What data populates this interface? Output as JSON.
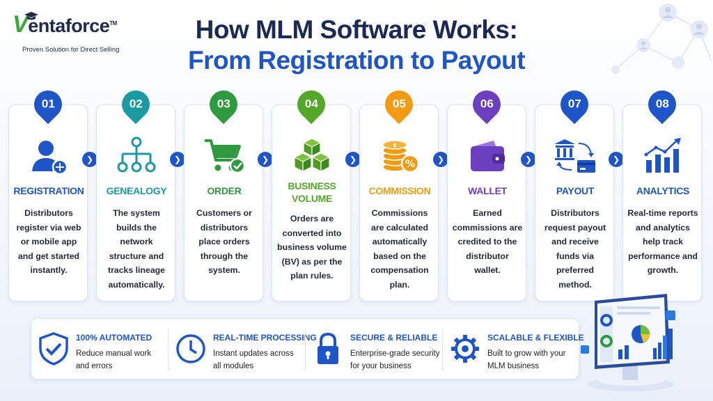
{
  "brand": {
    "initial": "V",
    "rest": "entaforce",
    "trademark": "TM",
    "tagline": "Proven Solution for Direct Selling"
  },
  "title": {
    "line1": "How MLM Software Works:",
    "line2": "From Registration to Payout"
  },
  "steps": [
    {
      "number": "01",
      "title": "REGISTRATION",
      "description": "Distributors register via web or mobile app and get started instantly.",
      "color": "#1e55c8",
      "icon": "user-add-icon"
    },
    {
      "number": "02",
      "title": "GENEALOGY",
      "description": "The system builds the network structure and tracks lineage automatically.",
      "color": "#1a9aa3",
      "icon": "network-tree-icon"
    },
    {
      "number": "03",
      "title": "ORDER",
      "description": "Customers or distributors place orders through the system.",
      "color": "#2e9a3e",
      "icon": "cart-check-icon"
    },
    {
      "number": "04",
      "title_line1": "BUSINESS",
      "title_line2": "VOLUME",
      "description": "Orders are converted into business volume (BV) as per the plan rules.",
      "color": "#53a828",
      "icon": "stacked-boxes-icon"
    },
    {
      "number": "05",
      "title": "COMMISSION",
      "description": "Commissions are calculated automatically based on the compensation plan.",
      "color": "#f29a12",
      "icon": "coins-percent-icon"
    },
    {
      "number": "06",
      "title": "WALLET",
      "description": "Earned commissions are credited to the distributor wallet.",
      "color": "#6b3fc0",
      "icon": "wallet-icon"
    },
    {
      "number": "07",
      "title": "PAYOUT",
      "description": "Distributors request payout and receive funds via preferred method.",
      "color": "#1e55c8",
      "icon": "bank-transfer-icon"
    },
    {
      "number": "08",
      "title": "ANALYTICS",
      "description": "Real-time reports and analytics help track performance and growth.",
      "color": "#1e55c8",
      "icon": "bar-chart-icon"
    }
  ],
  "features": [
    {
      "title": "100% AUTOMATED",
      "description": "Reduce manual work and errors",
      "icon": "shield-check-icon"
    },
    {
      "title": "REAL-TIME PROCESSING",
      "description": "Instant updates across all modules",
      "icon": "clock-icon"
    },
    {
      "title": "SECURE & RELIABLE",
      "description": "Enterprise-grade security for your business",
      "icon": "lock-icon"
    },
    {
      "title": "SCALABLE & FLEXIBLE",
      "description": "Built to grow with your MLM business",
      "icon": "gear-icon"
    }
  ],
  "colors": {
    "navy": "#1b2a55",
    "blue": "#1e55c8",
    "green": "#36a93c"
  }
}
